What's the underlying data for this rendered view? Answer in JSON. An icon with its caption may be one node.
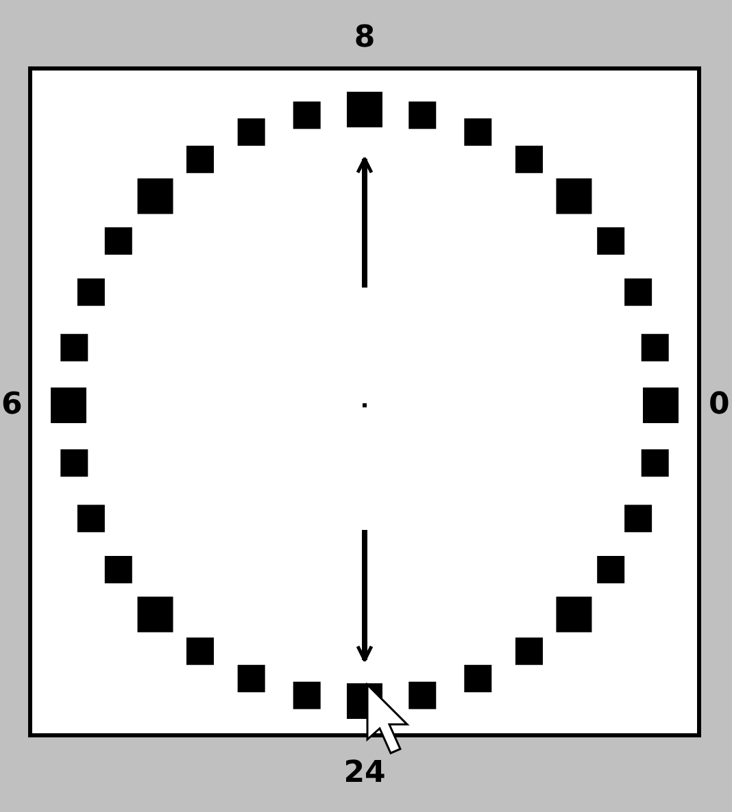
{
  "diagram": {
    "labels": [
      "8",
      "6",
      "0",
      "24"
    ]
  }
}
